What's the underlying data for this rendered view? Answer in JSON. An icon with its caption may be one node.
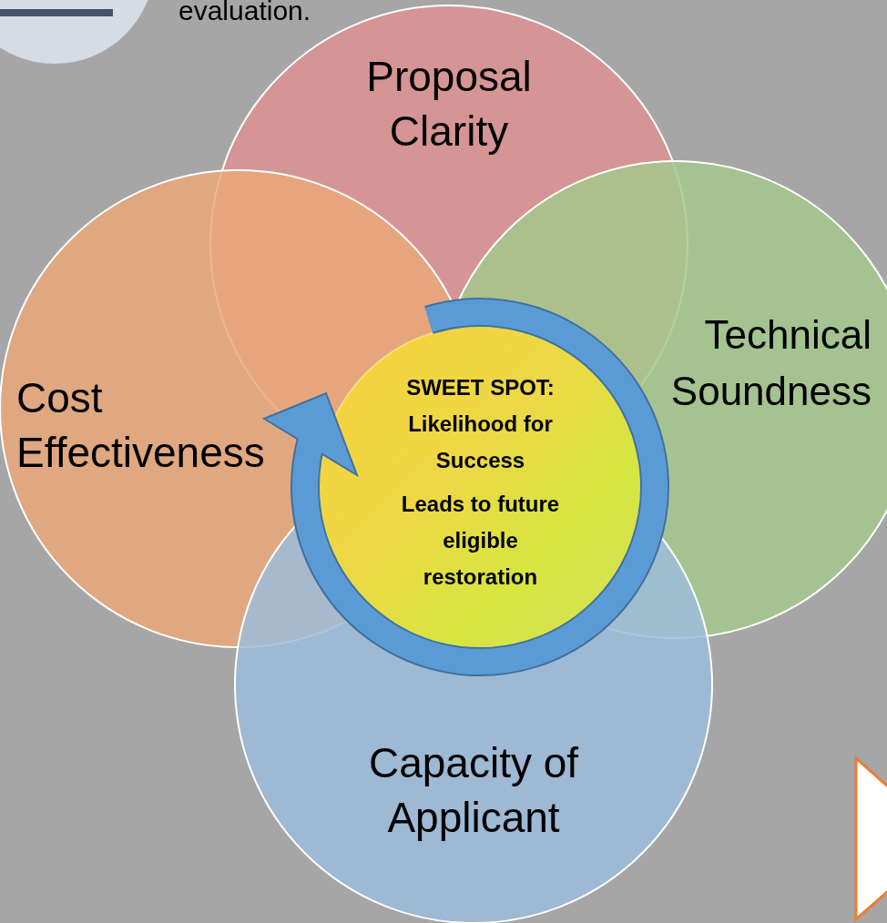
{
  "diagram": {
    "nodes": [
      {
        "text": [
          "Proposal Clarity"
        ]
      },
      {
        "text": [
          "Cost Effectiveness"
        ]
      },
      {
        "text": [
          "Technical Soundness"
        ]
      },
      {
        "text": [
          "Capacity of Applicant"
        ]
      },
      {
        "text": [
          "SWEET SPOT: Likelihood for Success",
          "Leads to future eligible restoration"
        ]
      },
      {
        "text": [],
        "shape": "triangle"
      }
    ],
    "labels": [
      "evaluation."
    ]
  }
}
